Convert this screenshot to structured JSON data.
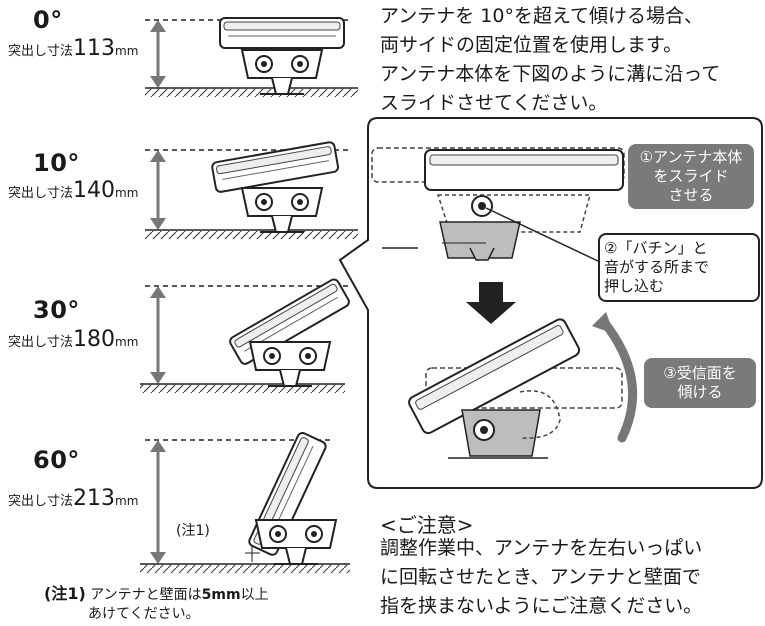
{
  "angles": [
    {
      "angle": "0°",
      "label": "突出し寸法",
      "value": "113",
      "unit": "mm"
    },
    {
      "angle": "10°",
      "label": "突出し寸法",
      "value": "140",
      "unit": "mm"
    },
    {
      "angle": "30°",
      "label": "突出し寸法",
      "value": "180",
      "unit": "mm"
    },
    {
      "angle": "60°",
      "label": "突出し寸法",
      "value": "213",
      "unit": "mm"
    }
  ],
  "instructions": [
    "アンテナを 10°を超えて傾ける場合、",
    "両サイドの固定位置を使用します。",
    "アンテナ本体を下図のように溝に沿って",
    "スライドさせてください。"
  ],
  "steps": {
    "step1": [
      "①アンテナ本体",
      "をスライド",
      "させる"
    ],
    "step2": [
      "②「バチン」と",
      "音がする所まで",
      "押し込む"
    ],
    "step3": [
      "③受信面を",
      "傾ける"
    ]
  },
  "note_marker": "(注1)",
  "caution": {
    "title": "<ご注意>",
    "lines": [
      "調整作業中、アンテナを左右いっぱい",
      "に回転させたとき、アンテナと壁面で",
      "指を挟まないようにご注意ください。"
    ]
  },
  "footnote": {
    "marker": "(注1)",
    "line1_prefix": "アンテナと壁面は",
    "line1_bold": "5mm",
    "line1_suffix": "以上",
    "line2": "あけてください。"
  }
}
